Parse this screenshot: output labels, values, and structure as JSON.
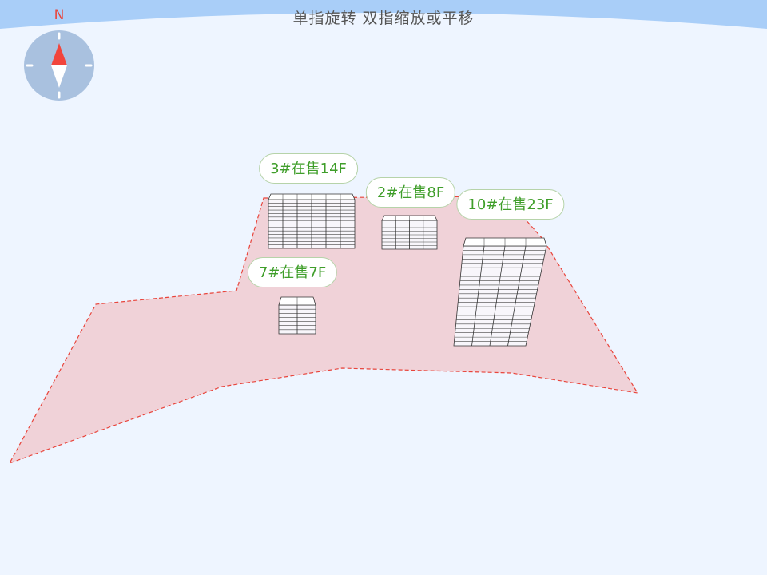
{
  "hint": "单指旋转 双指缩放或平移",
  "compass": {
    "north_label": "N",
    "icon": "compass-icon",
    "needle_north_color": "#f2453c",
    "needle_south_color": "#ffffff",
    "disc_color": "#a9c1df"
  },
  "site": {
    "fill_color": "#f0d2d8",
    "border_color": "#e8453c"
  },
  "buildings": [
    {
      "id": "b3",
      "label": "3#在售14F",
      "floors": 14
    },
    {
      "id": "b2",
      "label": "2#在售8F",
      "floors": 8
    },
    {
      "id": "b10",
      "label": "10#在售23F",
      "floors": 23
    },
    {
      "id": "b7",
      "label": "7#在售7F",
      "floors": 7
    }
  ],
  "colors": {
    "sky_band": "#a9cef8",
    "background": "#eef5ff",
    "label_text": "#3f9e2a",
    "label_border": "#b6d3a9"
  }
}
